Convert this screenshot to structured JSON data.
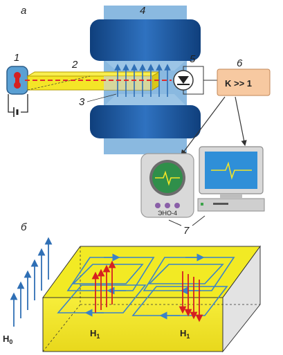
{
  "figure": {
    "part_a": {
      "label": "а",
      "numbers": [
        "1",
        "2",
        "3",
        "4",
        "5",
        "6",
        "7"
      ],
      "amplifier_text": "K >> 1",
      "oscilloscope_text": "ЭНО-4"
    },
    "part_b": {
      "label": "б",
      "h0_main": "H",
      "h0_sub": "0",
      "h1_main": "H",
      "h1_sub": "1"
    }
  },
  "colors": {
    "magnet": "#1f5fa8",
    "magnet_core": "#7fb3dc",
    "sample_yellow": "#f4ea2a",
    "laser_red": "#e12a2a",
    "field_blue": "#2f6fb5",
    "amp_fill": "#f7c9a1",
    "screen_green": "#2f8f4a",
    "loop_color": "#3a82c8"
  }
}
